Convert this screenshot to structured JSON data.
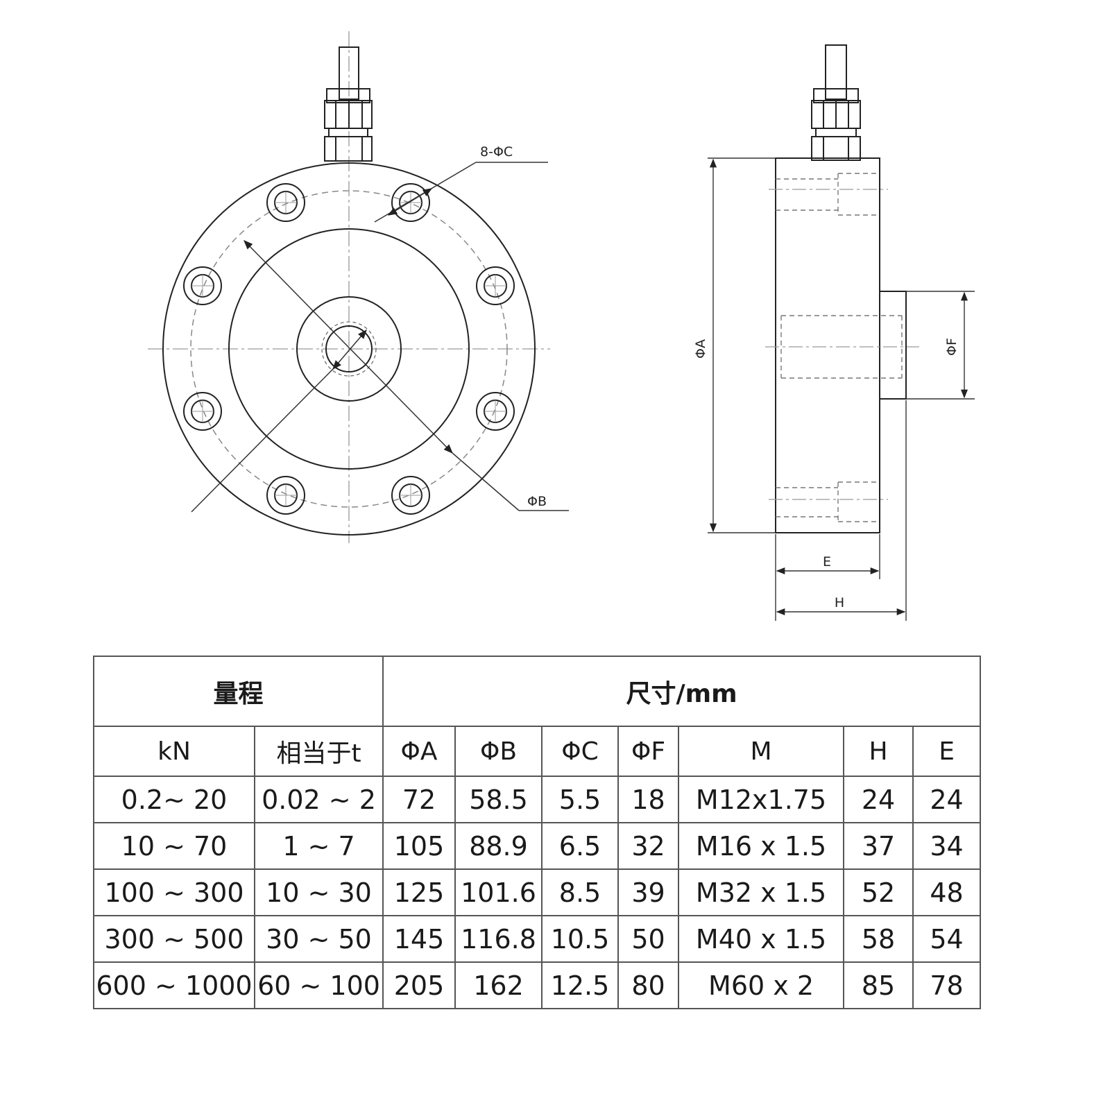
{
  "drawing": {
    "labels": {
      "hole_spec": "8-ΦC",
      "bolt_circle": "ΦB",
      "outer_dia": "ΦA",
      "boss_dia": "ΦF",
      "thickness_e": "E",
      "height_h": "H"
    }
  },
  "table": {
    "range_header": "量程",
    "size_header": "尺寸/mm",
    "columns": [
      "kN",
      "相当于t",
      "ΦA",
      "ΦB",
      "ΦC",
      "ΦF",
      "M",
      "H",
      "E"
    ],
    "rows": [
      [
        "0.2~ 20",
        "0.02 ~ 2",
        "72",
        "58.5",
        "5.5",
        "18",
        "M12x1.75",
        "24",
        "24"
      ],
      [
        "10 ~ 70",
        "1 ~ 7",
        "105",
        "88.9",
        "6.5",
        "32",
        "M16 x 1.5",
        "37",
        "34"
      ],
      [
        "100 ~ 300",
        "10 ~ 30",
        "125",
        "101.6",
        "8.5",
        "39",
        "M32 x 1.5",
        "52",
        "48"
      ],
      [
        "300 ~ 500",
        "30 ~ 50",
        "145",
        "116.8",
        "10.5",
        "50",
        "M40 x 1.5",
        "58",
        "54"
      ],
      [
        "600 ~ 1000",
        "60 ~ 100",
        "205",
        "162",
        "12.5",
        "80",
        "M60  x  2",
        "85",
        "78"
      ]
    ]
  }
}
